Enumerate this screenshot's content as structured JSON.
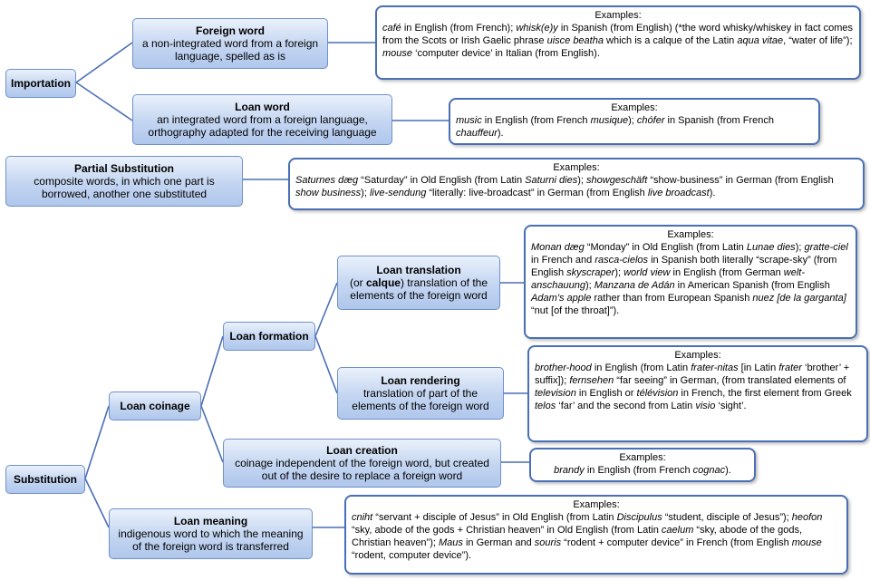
{
  "nodes": {
    "importation": "Importation",
    "foreign_word": {
      "title": "Foreign word",
      "desc": "a non-integrated word from a foreign language, spelled as is"
    },
    "loan_word": {
      "title": "Loan word",
      "desc": "an integrated word from a foreign language, orthography adapted for the receiving language"
    },
    "partial_substitution": {
      "title": "Partial Substitution",
      "desc": "composite words, in which one part is borrowed, another one substituted"
    },
    "substitution": "Substitution",
    "loan_coinage": "Loan coinage",
    "loan_formation": "Loan formation",
    "loan_translation": {
      "title": "Loan translation",
      "desc_pre": "(or ",
      "desc_bold": "calque",
      "desc_post": ") translation of the elements of the foreign word"
    },
    "loan_rendering": {
      "title": "Loan rendering",
      "desc": "translation of part of the elements of the foreign word"
    },
    "loan_creation": {
      "title": "Loan creation",
      "desc": "coinage independent of the foreign word, but created out of the desire to replace a foreign word"
    },
    "loan_meaning": {
      "title": "Loan meaning",
      "desc": "indigenous word to which the meaning of the foreign word is transferred"
    }
  },
  "examples": {
    "heading": "Examples:",
    "foreign_word": [
      {
        "t": "café",
        "i": true
      },
      {
        "t": " in English (from French); "
      },
      {
        "t": "whisk(e)y",
        "i": true
      },
      {
        "t": " in Spanish (from English) (*the word whisky/whiskey in fact comes from the Scots or Irish Gaelic phrase "
      },
      {
        "t": "uisce beatha",
        "i": true
      },
      {
        "t": " which is a calque of the Latin "
      },
      {
        "t": "aqua vitae",
        "i": true
      },
      {
        "t": ", “water of life”); "
      },
      {
        "t": "mouse",
        "i": true
      },
      {
        "t": " ‘computer device’ in Italian (from English)."
      }
    ],
    "loan_word": [
      {
        "t": "music",
        "i": true
      },
      {
        "t": " in English (from French "
      },
      {
        "t": "musique",
        "i": true
      },
      {
        "t": "); "
      },
      {
        "t": "chófer",
        "i": true
      },
      {
        "t": " in Spanish (from French "
      },
      {
        "t": "chauffeur",
        "i": true
      },
      {
        "t": ")."
      }
    ],
    "partial_substitution": [
      {
        "t": "Saturnes dæg",
        "i": true
      },
      {
        "t": " “Saturday” in Old English (from  Latin "
      },
      {
        "t": "Saturni dies",
        "i": true
      },
      {
        "t": "); "
      },
      {
        "t": "showgeschäft",
        "i": true
      },
      {
        "t": " “show-business” in German (from English "
      },
      {
        "t": "show business",
        "i": true
      },
      {
        "t": "); "
      },
      {
        "t": "live-sendung",
        "i": true
      },
      {
        "t": " “literally: live-broadcast” in German (from English "
      },
      {
        "t": "live broadcast",
        "i": true
      },
      {
        "t": ")."
      }
    ],
    "loan_translation": [
      {
        "t": "Monan dæg",
        "i": true
      },
      {
        "t": " “Monday” in Old English (from Latin "
      },
      {
        "t": "Lunae dies",
        "i": true
      },
      {
        "t": "); "
      },
      {
        "t": "gratte-ciel",
        "i": true
      },
      {
        "t": " in French and "
      },
      {
        "t": "rasca-cielos",
        "i": true
      },
      {
        "t": " in Spanish both literally “scrape-sky” (from English "
      },
      {
        "t": "skyscraper",
        "i": true
      },
      {
        "t": "); "
      },
      {
        "t": "world view",
        "i": true
      },
      {
        "t": " in English (from German "
      },
      {
        "t": "welt-anschauung",
        "i": true
      },
      {
        "t": "); "
      },
      {
        "t": "Manzana de Adán",
        "i": true
      },
      {
        "t": " in American Spanish (from English "
      },
      {
        "t": "Adam’s apple",
        "i": true
      },
      {
        "t": " rather than from European Spanish "
      },
      {
        "t": "nuez [de la garganta]",
        "i": true
      },
      {
        "t": " “nut [of the throat]”)."
      }
    ],
    "loan_rendering": [
      {
        "t": "brother-hood",
        "i": true
      },
      {
        "t": " in English (from Latin "
      },
      {
        "t": "frater-nitas",
        "i": true
      },
      {
        "t": " [in Latin "
      },
      {
        "t": "frater",
        "i": true
      },
      {
        "t": " ‘brother’ + suffix]); "
      },
      {
        "t": "fernsehen",
        "i": true
      },
      {
        "t": " “far seeing” in German, (from translated elements of "
      },
      {
        "t": "television",
        "i": true
      },
      {
        "t": " in English or "
      },
      {
        "t": "télévision",
        "i": true
      },
      {
        "t": " in French, the first element from Greek "
      },
      {
        "t": "telos",
        "i": true
      },
      {
        "t": " ‘far’ and the second from Latin "
      },
      {
        "t": "visio",
        "i": true
      },
      {
        "t": " ‘sight’."
      }
    ],
    "loan_creation": [
      {
        "t": "brandy",
        "i": true
      },
      {
        "t": " in English (from French "
      },
      {
        "t": "cognac",
        "i": true
      },
      {
        "t": ")."
      }
    ],
    "loan_meaning": [
      {
        "t": "cniht",
        "i": true
      },
      {
        "t": " “servant + disciple of Jesus” in Old English (from Latin "
      },
      {
        "t": "Discipulus",
        "i": true
      },
      {
        "t": " “student, disciple of Jesus”); "
      },
      {
        "t": "heofon",
        "i": true
      },
      {
        "t": " “sky, abode of the gods + Christian heaven” in Old English (from Latin "
      },
      {
        "t": "caelum",
        "i": true
      },
      {
        "t": " “sky, abode of the gods, Christian heaven”); "
      },
      {
        "t": "Maus",
        "i": true
      },
      {
        "t": " in German and "
      },
      {
        "t": "souris",
        "i": true
      },
      {
        "t": " “rodent + computer device” in French (from English "
      },
      {
        "t": "mouse",
        "i": true
      },
      {
        "t": " “rodent, computer device”)."
      }
    ]
  },
  "colors": {
    "connector": "#4a6fb5",
    "node_border": "#6f91c9",
    "example_border": "#4a6fb5"
  }
}
